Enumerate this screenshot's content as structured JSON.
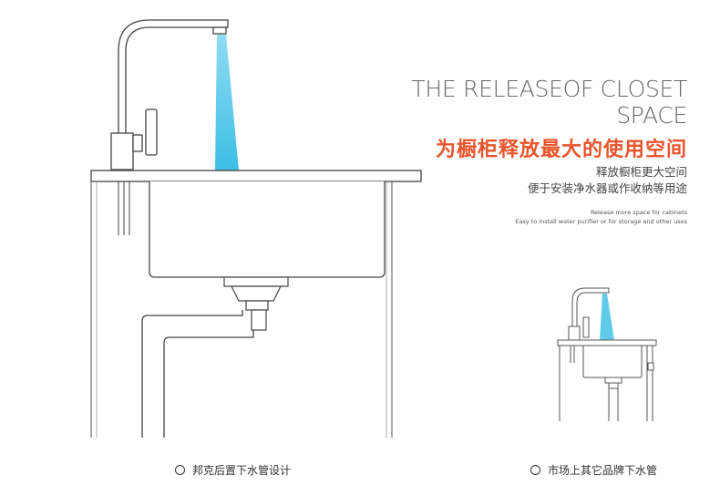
{
  "headline": {
    "line1": "THE RELEASEOF CLOSET",
    "line2": "SPACE"
  },
  "title_cn": "为橱柜释放最大的使用空间",
  "subtitle_cn": {
    "line1": "释放橱柜更大空间",
    "line2": "便于安装净水器或作收纳等用途"
  },
  "subtitle_en": {
    "line1": "Release more space for cabinets",
    "line2": "Easy to install water purifier or for storage and other uses"
  },
  "captions": {
    "left": "邦克后置下水管设计",
    "right": "市场上其它品牌下水管"
  },
  "colors": {
    "accent": "#e8542b",
    "water": "#4cc3e6",
    "line": "#444444"
  }
}
